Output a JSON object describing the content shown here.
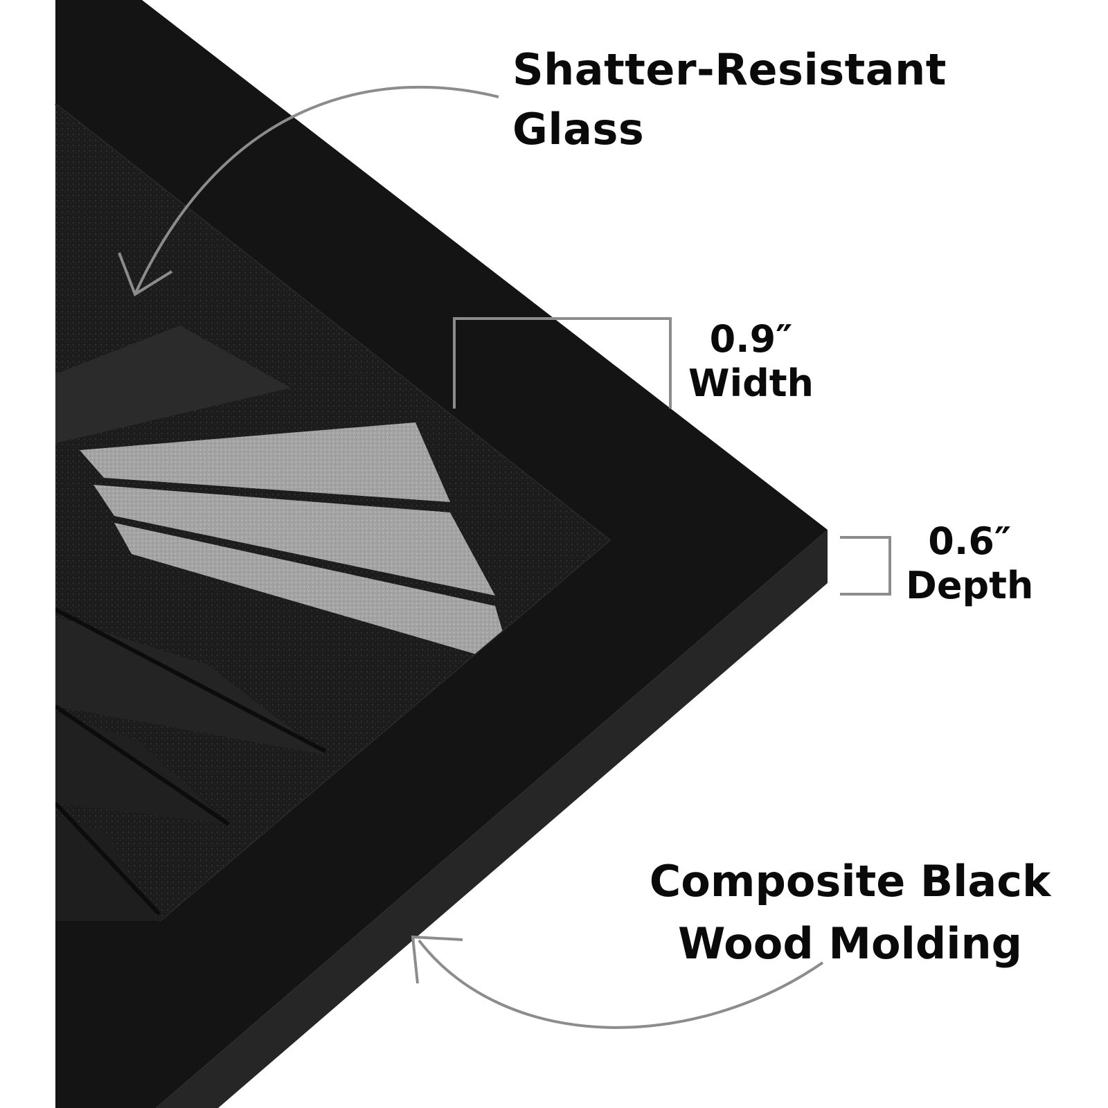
{
  "labels": {
    "glass": {
      "line1": "Shatter-Resistant",
      "line2": "Glass"
    },
    "width": {
      "value": "0.9″",
      "name": "Width"
    },
    "depth": {
      "value": "0.6″",
      "name": "Depth"
    },
    "molding": {
      "line1": "Composite Black",
      "line2": "Wood Molding"
    }
  },
  "colors": {
    "background": "#ffffff",
    "frame": "#141414",
    "frame_edge": "#262626",
    "photo_dark": "#1a1a1a",
    "bench_slat": "#a6a6a6",
    "callout_line": "#8c8c8c",
    "label_text": "#0a0a0a"
  }
}
